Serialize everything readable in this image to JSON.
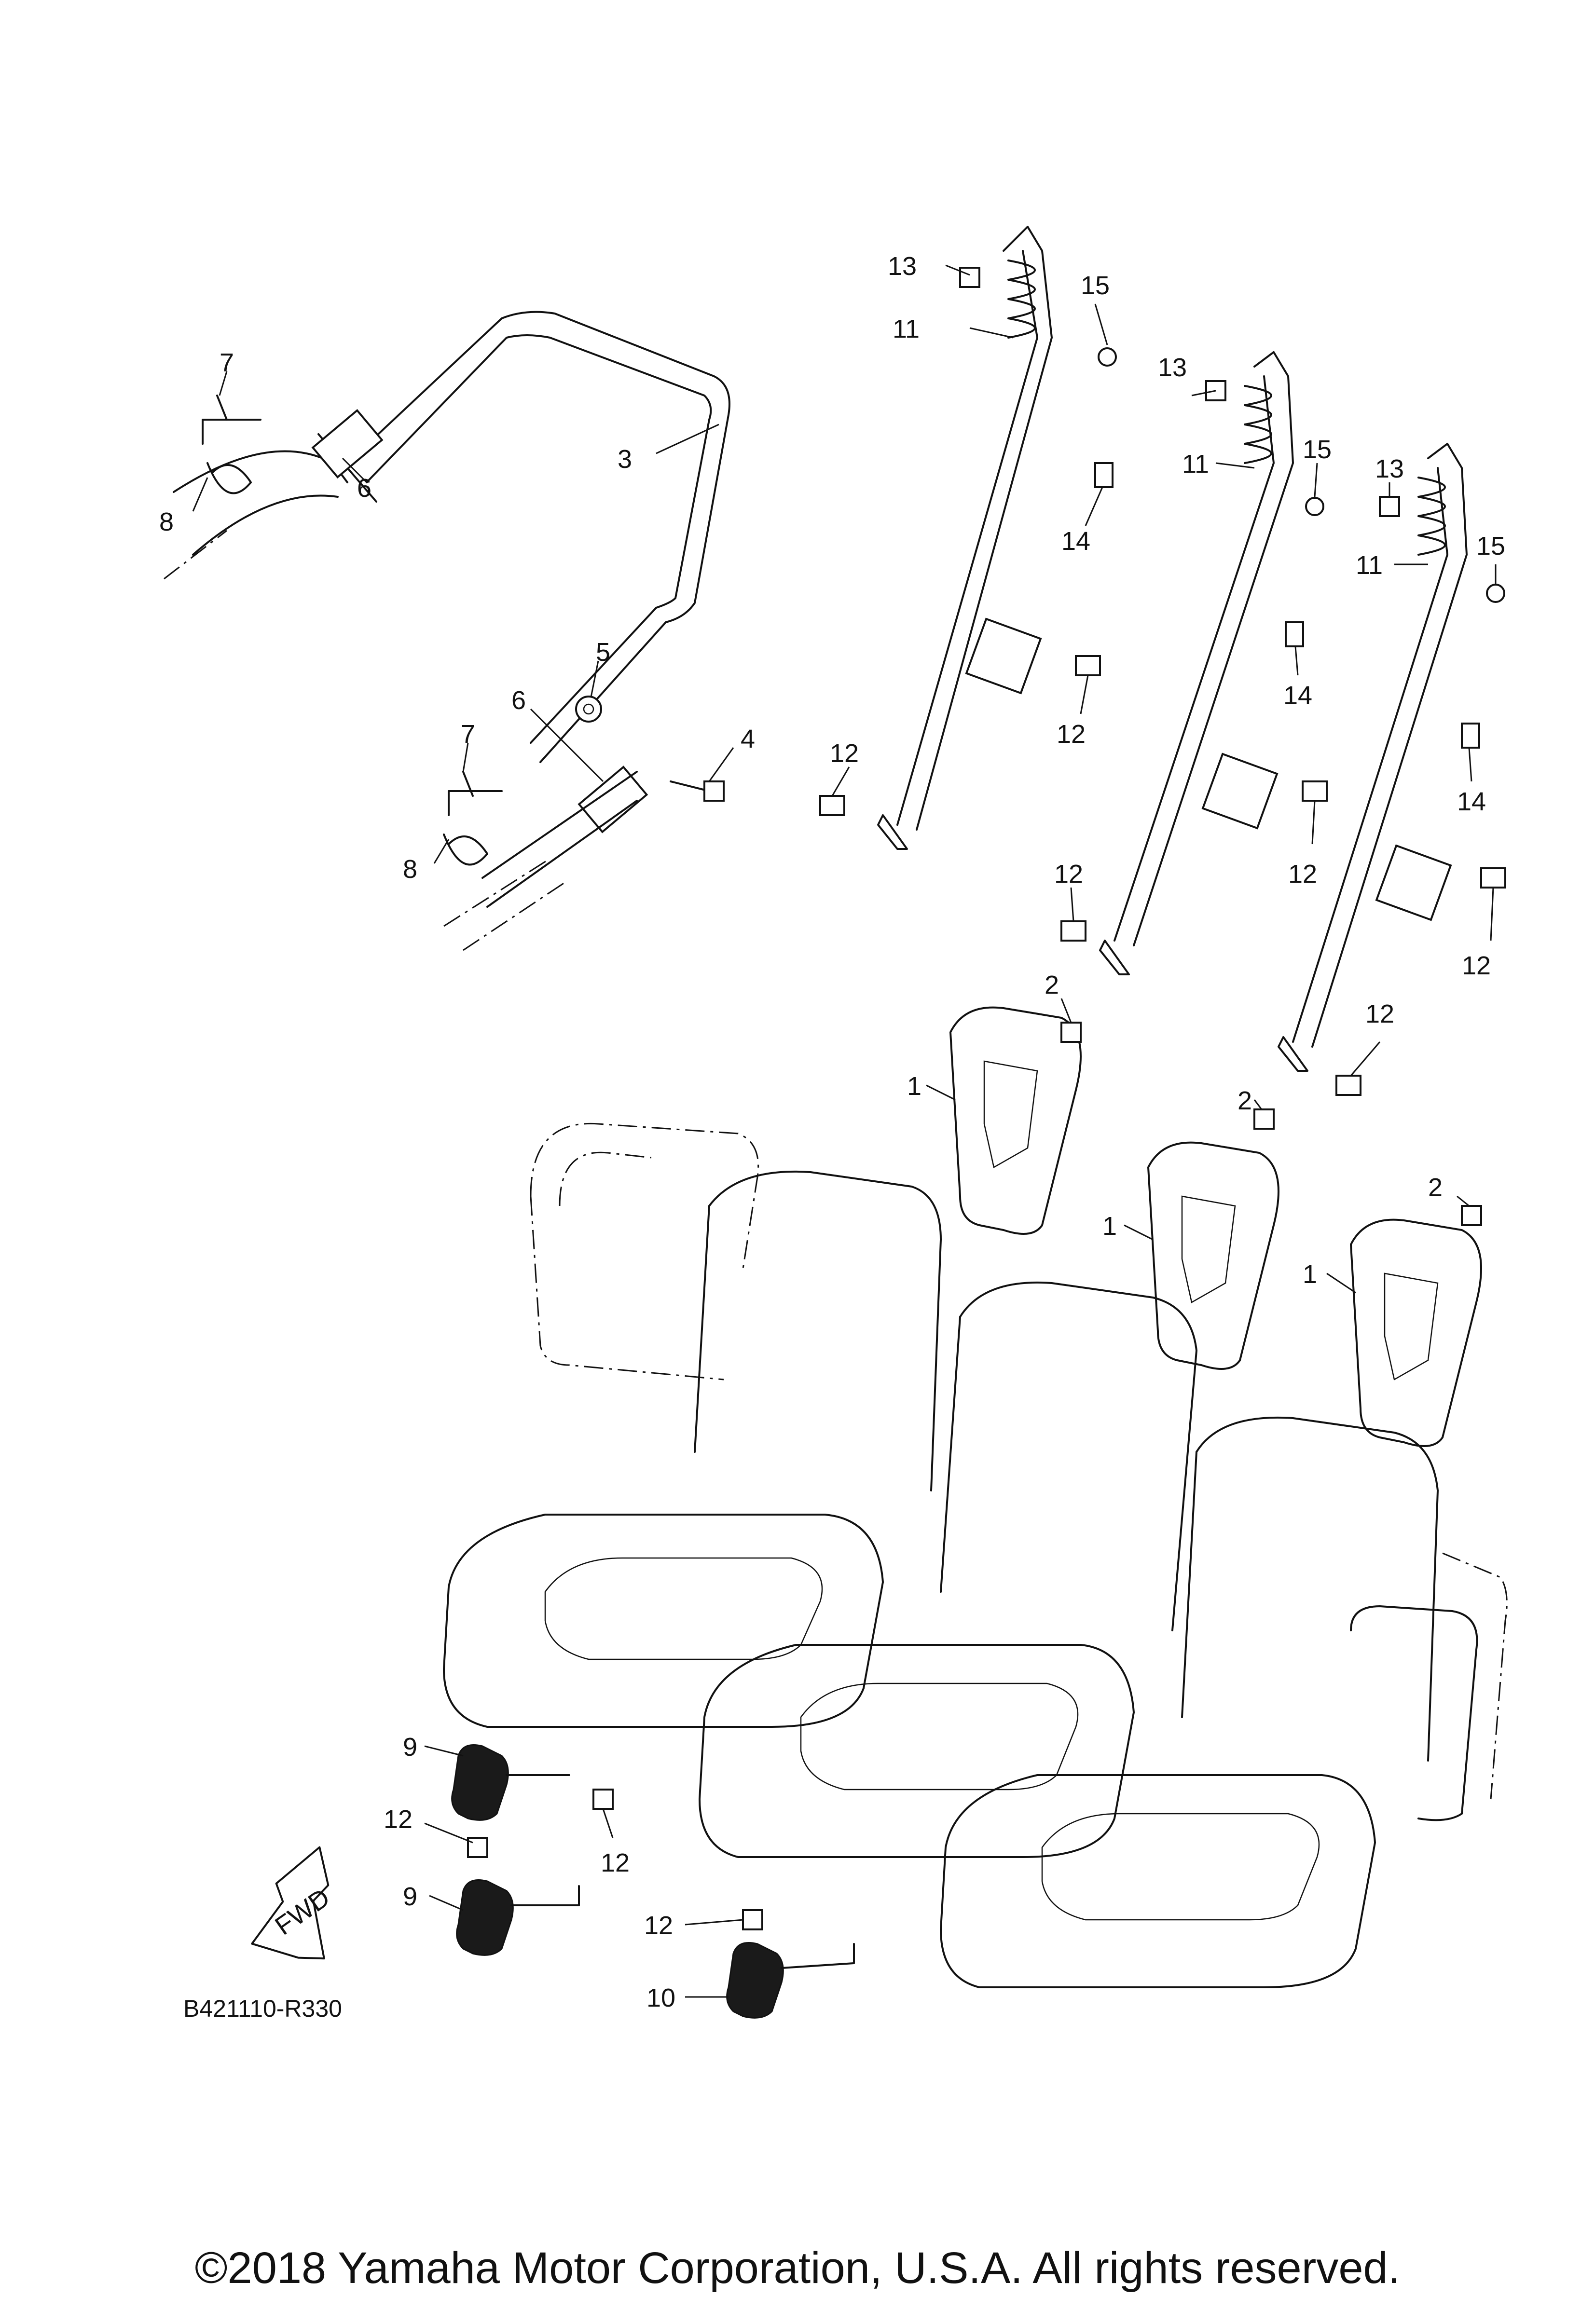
{
  "callouts": {
    "seat_pad_1": "1",
    "seat_pad_2": "1",
    "seat_pad_3": "1",
    "bolt_2a": "2",
    "bolt_2b": "2",
    "bolt_2c": "2",
    "bar": "3",
    "bolt_4": "4",
    "nut_5": "5",
    "collar_6a": "6",
    "collar_6b": "6",
    "pin_7a": "7",
    "pin_7b": "7",
    "clip_8a": "8",
    "clip_8b": "8",
    "buckle_9a": "9",
    "buckle_9b": "9",
    "buckle_10": "10",
    "belt_11a": "11",
    "belt_11b": "11",
    "belt_11c": "11",
    "bolt_12a": "12",
    "bolt_12b": "12",
    "bolt_12c": "12",
    "bolt_12d": "12",
    "bolt_12e": "12",
    "bolt_12f": "12",
    "bolt_12g": "12",
    "bolt_12h": "12",
    "bolt_12i": "12",
    "bolt_13a": "13",
    "bolt_13b": "13",
    "bolt_13c": "13",
    "bolt_14a": "14",
    "bolt_14b": "14",
    "bolt_14c": "14",
    "washer_15a": "15",
    "washer_15b": "15",
    "washer_15c": "15"
  },
  "fwd_arrow_label": "FWD",
  "diagram_code": "B421110-R330",
  "copyright": "©2018 Yamaha Motor Corporation, U.S.A. All rights reserved."
}
